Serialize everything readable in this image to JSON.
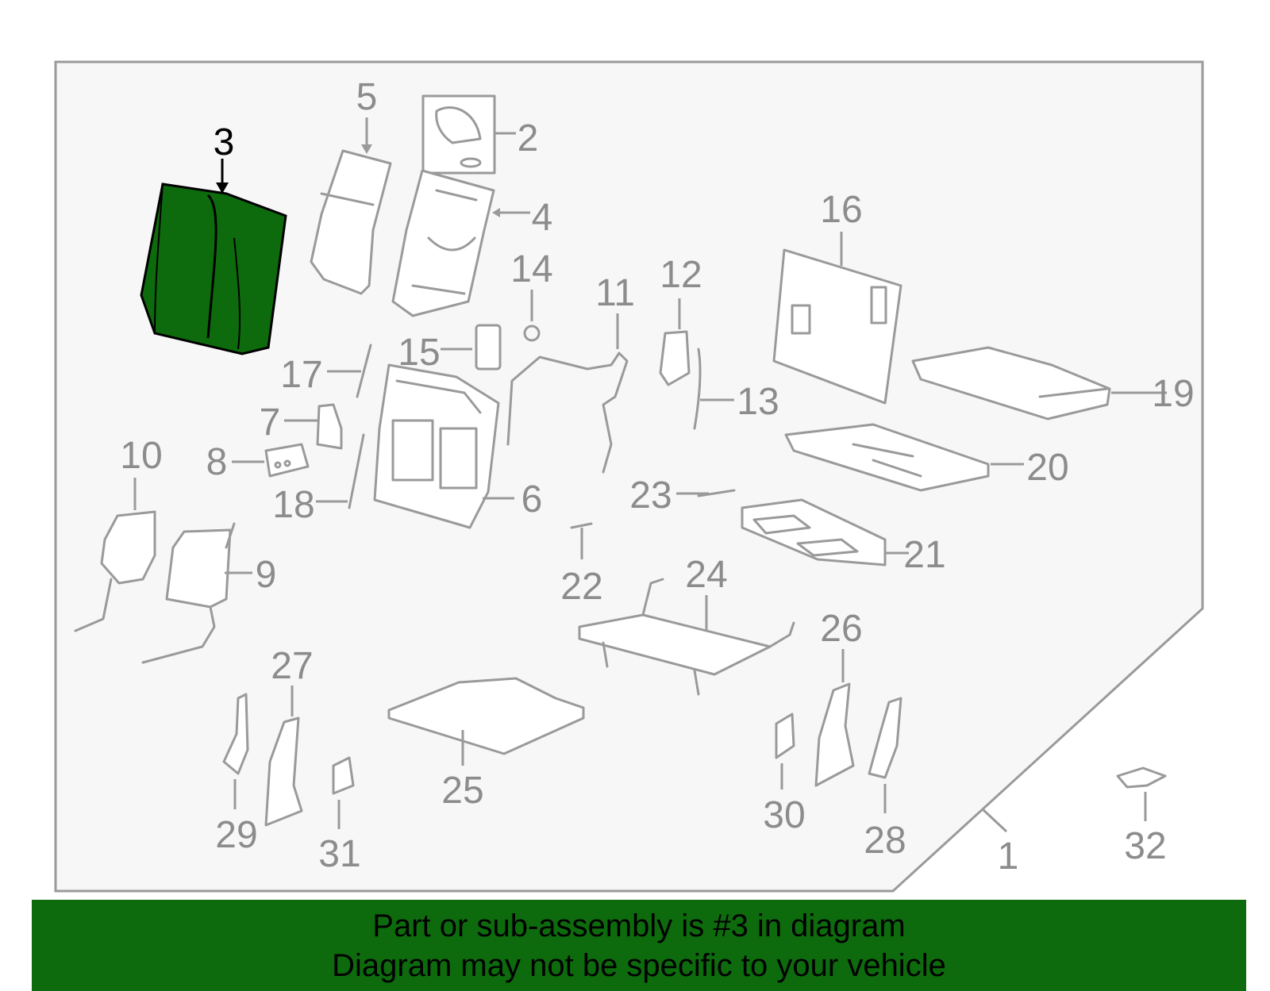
{
  "diagram": {
    "highlight_color": "#0d6b0d",
    "highlighted_callout": "3",
    "callouts": [
      "1",
      "2",
      "3",
      "4",
      "5",
      "6",
      "7",
      "8",
      "9",
      "10",
      "11",
      "12",
      "13",
      "14",
      "15",
      "16",
      "17",
      "18",
      "19",
      "20",
      "21",
      "22",
      "23",
      "24",
      "25",
      "26",
      "27",
      "28",
      "29",
      "30",
      "31",
      "32"
    ]
  },
  "banner": {
    "line1": "Part or sub-assembly is #3 in diagram",
    "line2": "Diagram may not be specific to your vehicle",
    "color": "#0d6b0d"
  }
}
